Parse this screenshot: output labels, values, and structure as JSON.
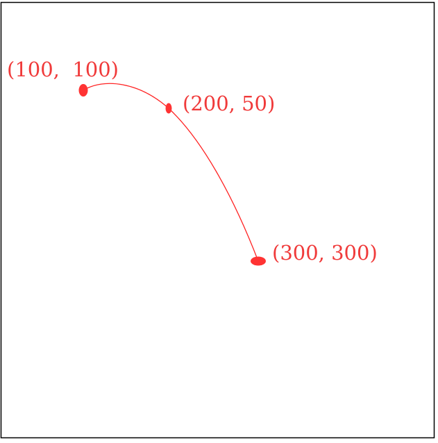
{
  "colors": {
    "curve": "#ff2222",
    "point": "#ff3333",
    "label": "#f03a3a",
    "border": "#000000",
    "background": "#ffffff"
  },
  "points": [
    {
      "id": "start",
      "label": "(100,  100)"
    },
    {
      "id": "control",
      "label": "(200, 50)"
    },
    {
      "id": "end",
      "label": "(300, 300)"
    }
  ]
}
